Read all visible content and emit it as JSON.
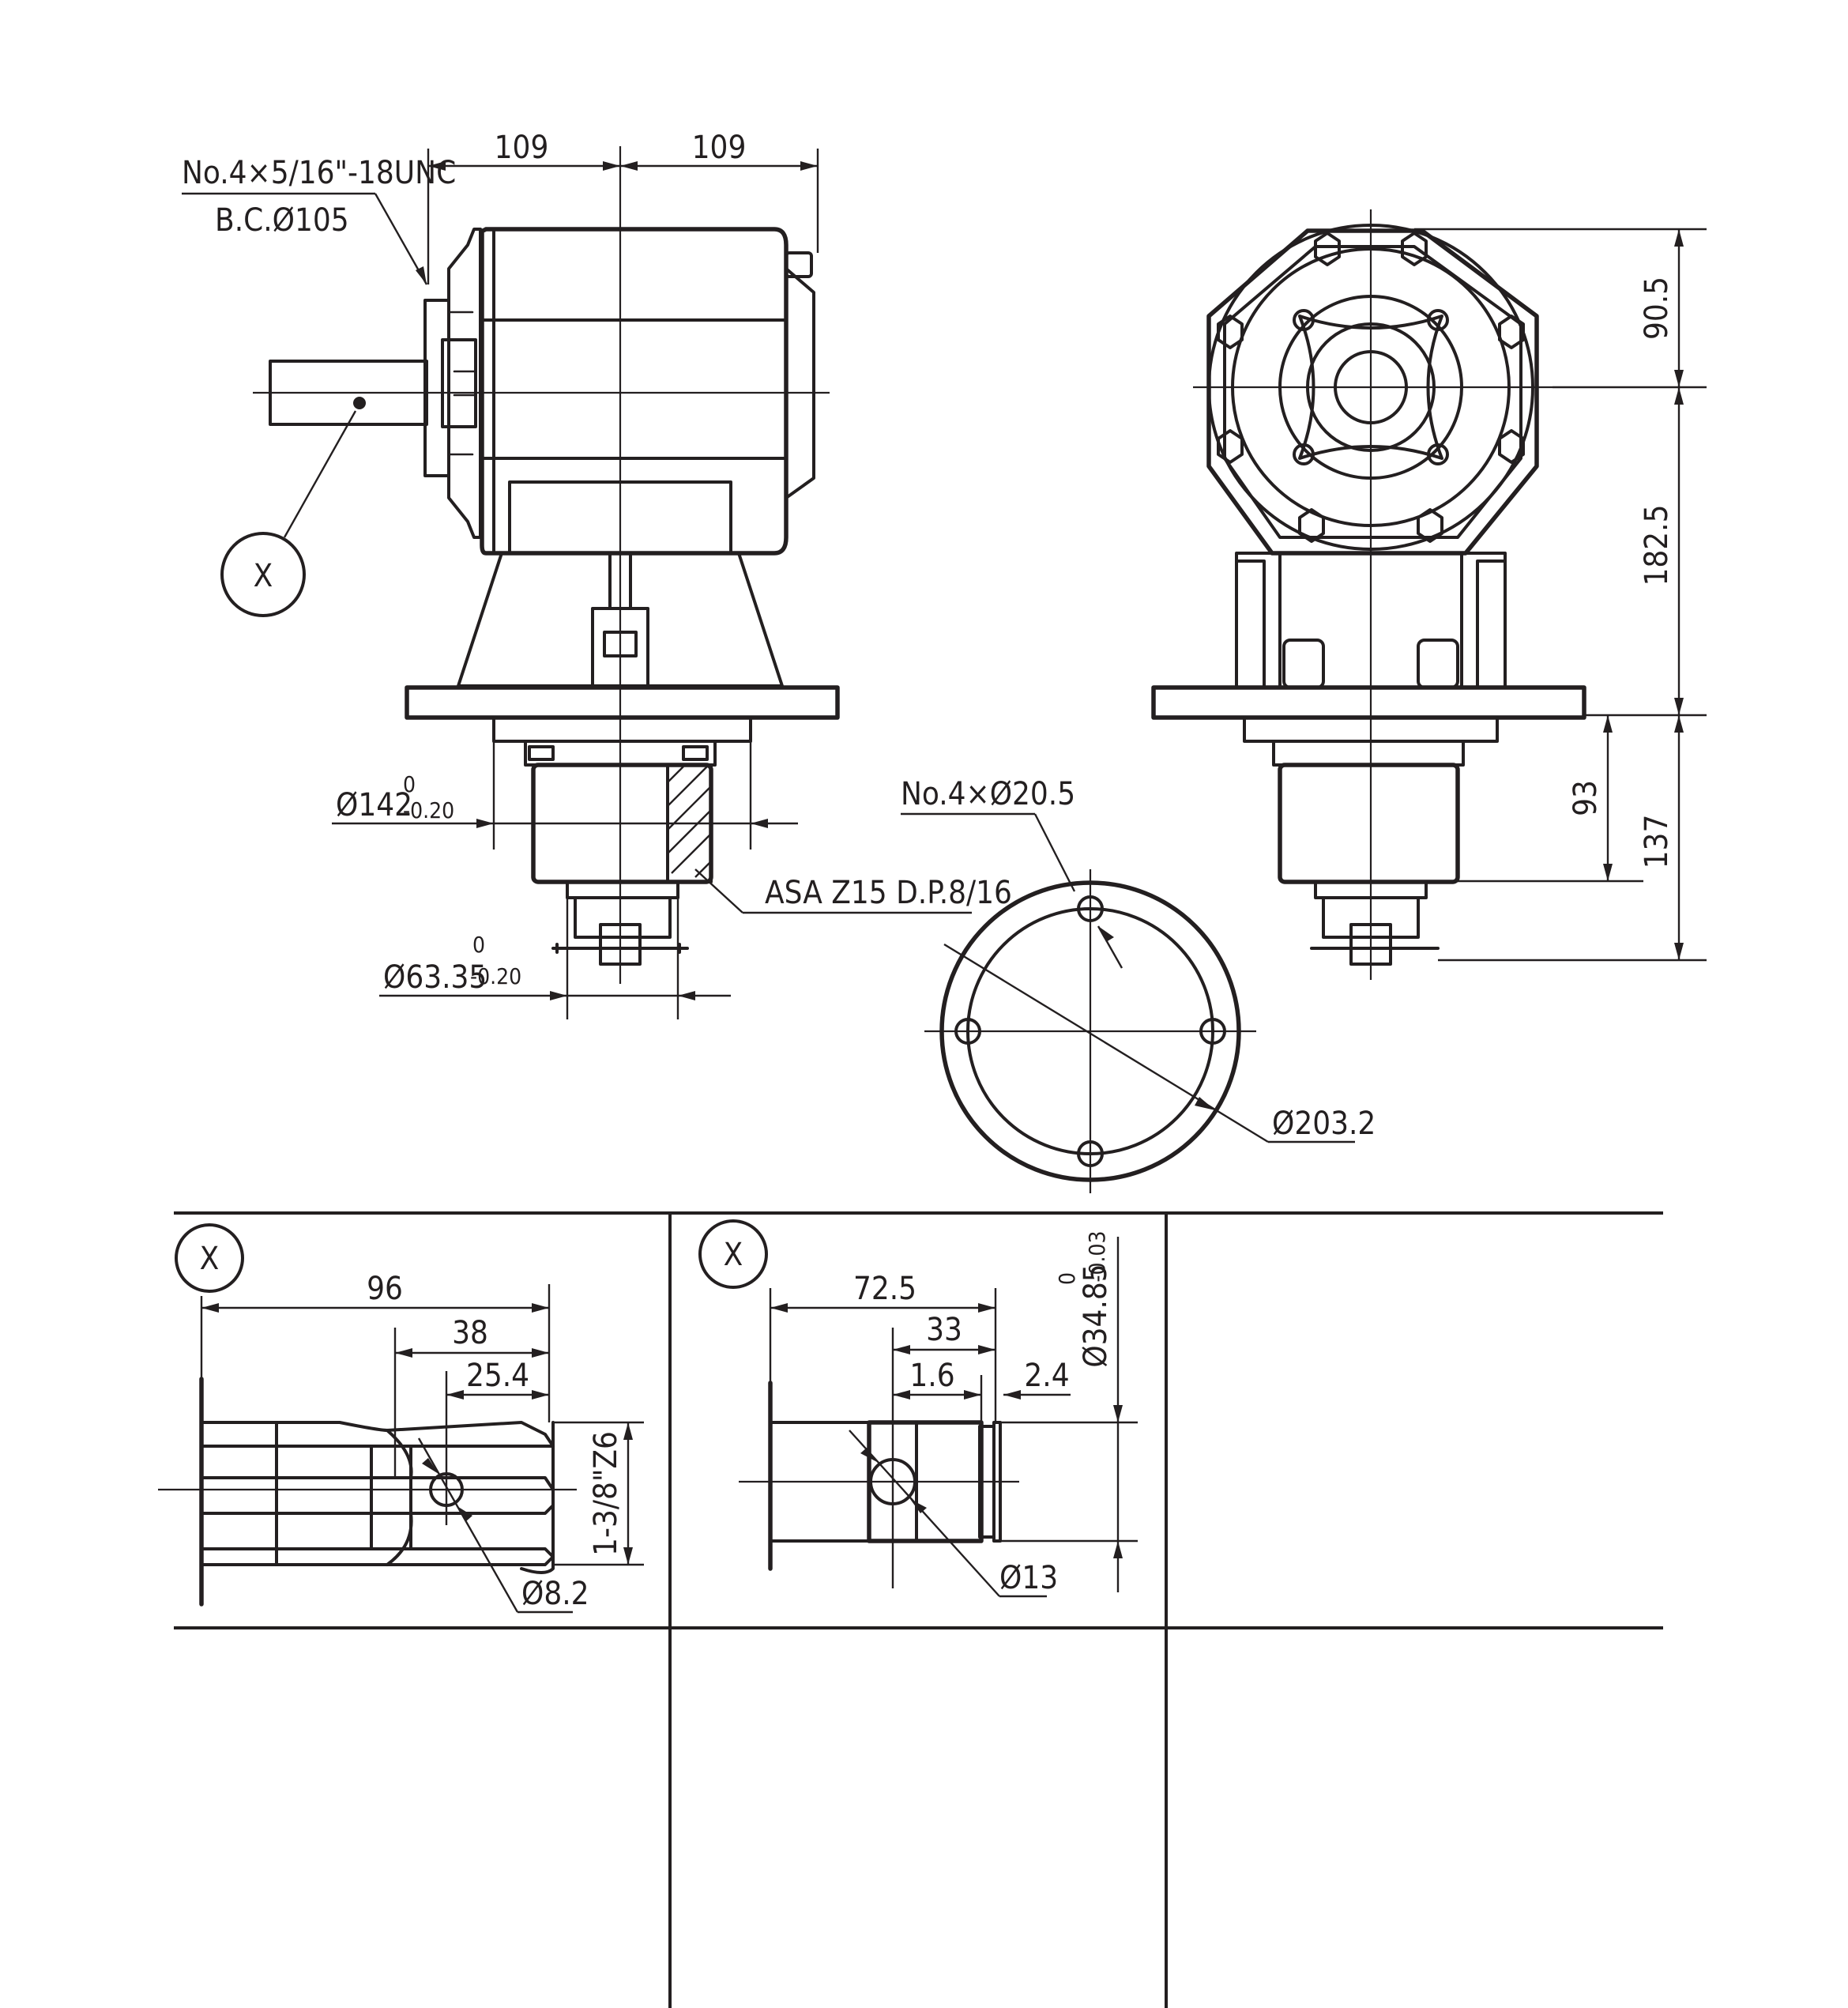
{
  "labels": {
    "bolt_thread": "No.4×5/16\"-18UNC",
    "bolt_circle": "B.C.Ø105",
    "width_left": "109",
    "width_right": "109",
    "detail_marker": "X",
    "dia_142": "Ø142",
    "dia_142_tol_upper": "0",
    "dia_142_tol_lower": "-0.20",
    "gear_spec": "ASA Z15 D.P.8/16",
    "dia_63": "Ø63.35",
    "dia_63_tol_upper": "0",
    "dia_63_tol_lower": "-0.20",
    "holes_spec": "No.4×Ø20.5",
    "flange_dia": "Ø203.2",
    "height_90": "90.5",
    "height_182": "182.5",
    "height_93": "93",
    "height_137": "137"
  },
  "detail_x1": {
    "marker": "X",
    "dim_96": "96",
    "dim_38": "38",
    "dim_25": "25.4",
    "spline": "1-3/8\"Z6",
    "hole": "Ø8.2"
  },
  "detail_x2": {
    "marker": "X",
    "dim_72": "72.5",
    "dim_33": "33",
    "dim_16": "1.6",
    "dim_24": "2.4",
    "shaft_dia": "Ø34.85",
    "shaft_tol_upper": "0",
    "shaft_tol_lower": "-0.03",
    "hole": "Ø13"
  }
}
